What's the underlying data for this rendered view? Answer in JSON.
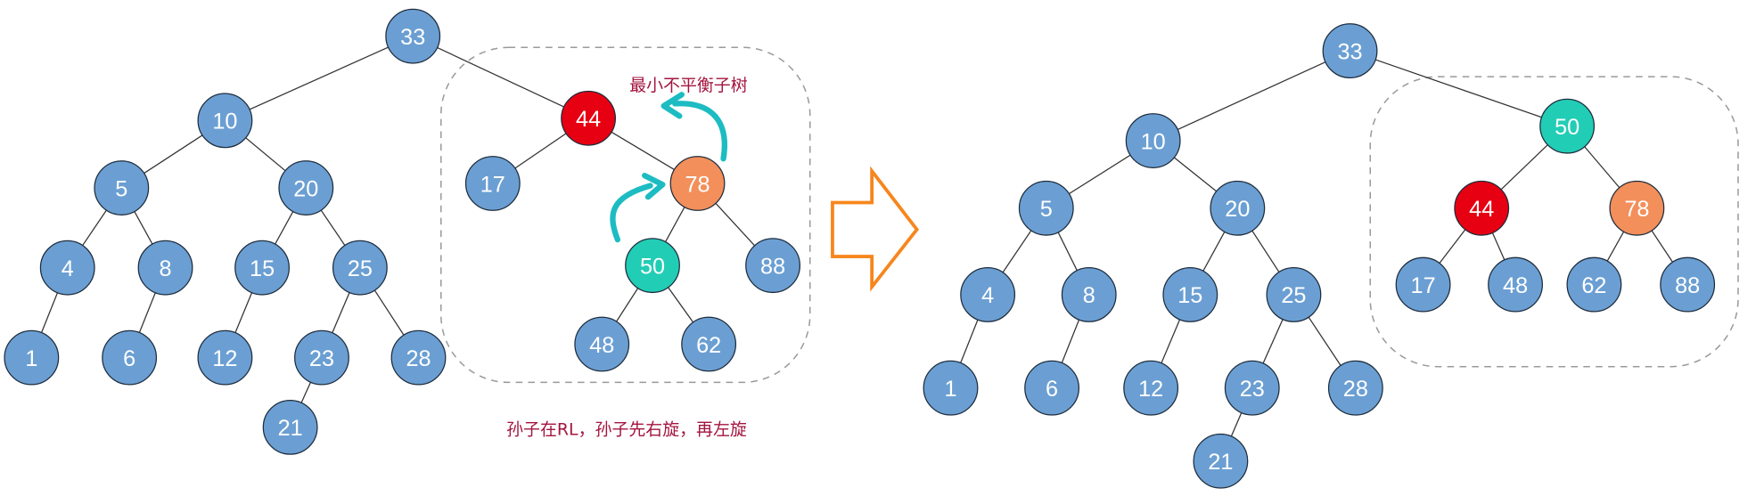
{
  "colors": {
    "normal": "#6b9fd3",
    "unbalanced": "#e60012",
    "child": "#f38f5b",
    "grandchild": "#22cdb5",
    "arrow": "#1cbcc2",
    "transition_arrow": "#f7861e",
    "note": "#a3153f"
  },
  "before_tree": {
    "nodes": [
      {
        "label": "33",
        "role": "normal",
        "parent": null
      },
      {
        "label": "10",
        "role": "normal",
        "parent": "33"
      },
      {
        "label": "44",
        "role": "unbalanced",
        "parent": "33"
      },
      {
        "label": "5",
        "role": "normal",
        "parent": "10"
      },
      {
        "label": "20",
        "role": "normal",
        "parent": "10"
      },
      {
        "label": "17",
        "role": "normal",
        "parent": "44"
      },
      {
        "label": "78",
        "role": "child",
        "parent": "44"
      },
      {
        "label": "4",
        "role": "normal",
        "parent": "5"
      },
      {
        "label": "8",
        "role": "normal",
        "parent": "5"
      },
      {
        "label": "15",
        "role": "normal",
        "parent": "20"
      },
      {
        "label": "25",
        "role": "normal",
        "parent": "20"
      },
      {
        "label": "50",
        "role": "grandchild",
        "parent": "78"
      },
      {
        "label": "88",
        "role": "normal",
        "parent": "78"
      },
      {
        "label": "1",
        "role": "normal",
        "parent": "4"
      },
      {
        "label": "6",
        "role": "normal",
        "parent": "8"
      },
      {
        "label": "12",
        "role": "normal",
        "parent": "15"
      },
      {
        "label": "23",
        "role": "normal",
        "parent": "25"
      },
      {
        "label": "28",
        "role": "normal",
        "parent": "25"
      },
      {
        "label": "48",
        "role": "normal",
        "parent": "50"
      },
      {
        "label": "62",
        "role": "normal",
        "parent": "50"
      },
      {
        "label": "21",
        "role": "normal",
        "parent": "23"
      }
    ],
    "subtree_label": "最小不平衡子树",
    "caption": "孙子在RL，孙子先右旋，再左旋"
  },
  "after_tree": {
    "nodes": [
      {
        "label": "33",
        "role": "normal",
        "parent": null
      },
      {
        "label": "10",
        "role": "normal",
        "parent": "33"
      },
      {
        "label": "50",
        "role": "grandchild",
        "parent": "33"
      },
      {
        "label": "5",
        "role": "normal",
        "parent": "10"
      },
      {
        "label": "20",
        "role": "normal",
        "parent": "10"
      },
      {
        "label": "44",
        "role": "unbalanced",
        "parent": "50"
      },
      {
        "label": "78",
        "role": "child",
        "parent": "50"
      },
      {
        "label": "4",
        "role": "normal",
        "parent": "5"
      },
      {
        "label": "8",
        "role": "normal",
        "parent": "5"
      },
      {
        "label": "15",
        "role": "normal",
        "parent": "20"
      },
      {
        "label": "25",
        "role": "normal",
        "parent": "20"
      },
      {
        "label": "17",
        "role": "normal",
        "parent": "44"
      },
      {
        "label": "48",
        "role": "normal",
        "parent": "44"
      },
      {
        "label": "62",
        "role": "normal",
        "parent": "78"
      },
      {
        "label": "88",
        "role": "normal",
        "parent": "78"
      },
      {
        "label": "1",
        "role": "normal",
        "parent": "4"
      },
      {
        "label": "6",
        "role": "normal",
        "parent": "8"
      },
      {
        "label": "12",
        "role": "normal",
        "parent": "15"
      },
      {
        "label": "23",
        "role": "normal",
        "parent": "25"
      },
      {
        "label": "28",
        "role": "normal",
        "parent": "25"
      },
      {
        "label": "21",
        "role": "normal",
        "parent": "23"
      }
    ]
  }
}
